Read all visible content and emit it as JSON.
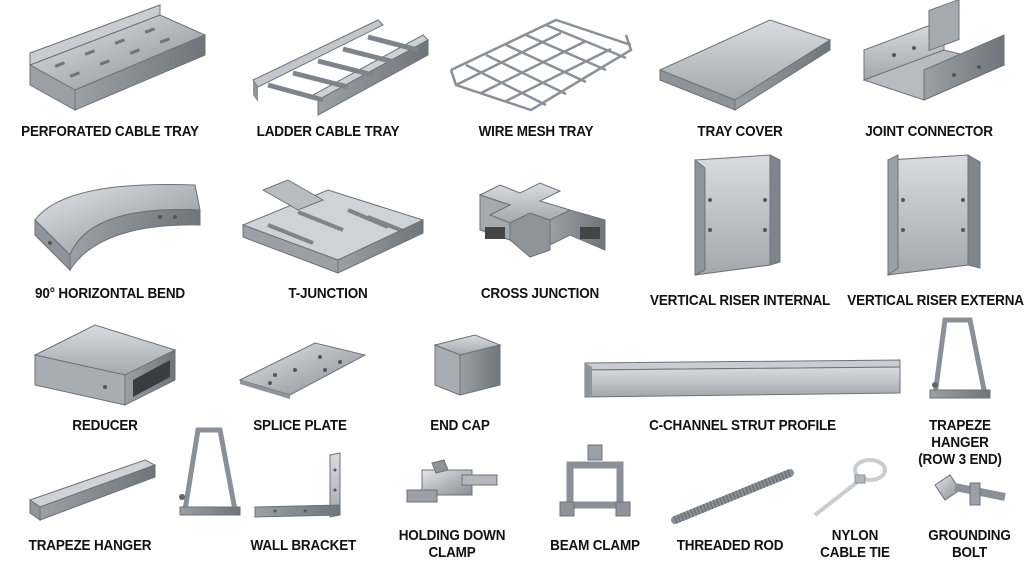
{
  "items": [
    {
      "label": "PERFORATED CABLE TRAY"
    },
    {
      "label": "LADDER CABLE TRAY"
    },
    {
      "label": "WIRE MESH TRAY"
    },
    {
      "label": "TRAY COVER"
    },
    {
      "label": "JOINT CONNECTOR"
    },
    {
      "label": "90° HORIZONTAL BEND"
    },
    {
      "label": "T-JUNCTION"
    },
    {
      "label": "CROSS JUNCTION"
    },
    {
      "label": "VERTICAL RISER INTERNAL"
    },
    {
      "label": "VERTICAL RISER EXTERNAL"
    },
    {
      "label": "REDUCER"
    },
    {
      "label": "SPLICE PLATE"
    },
    {
      "label": "END CAP"
    },
    {
      "label": "C-CHANNEL STRUT PROFILE"
    },
    {
      "label_line1": "TRAPEZE HANGER",
      "label_line2": "(ROW 3 END)"
    },
    {
      "label": "TRAPEZE HANGER"
    },
    {
      "label": "WALL BRACKET"
    },
    {
      "label_line1": "HOLDING DOWN",
      "label_line2": "CLAMP"
    },
    {
      "label": "BEAM CLAMP"
    },
    {
      "label": "THREADED ROD"
    },
    {
      "label_line1": "NYLON",
      "label_line2": "CABLE TIE"
    },
    {
      "label_line1": "GROUNDING",
      "label_line2": "BOLT"
    }
  ]
}
